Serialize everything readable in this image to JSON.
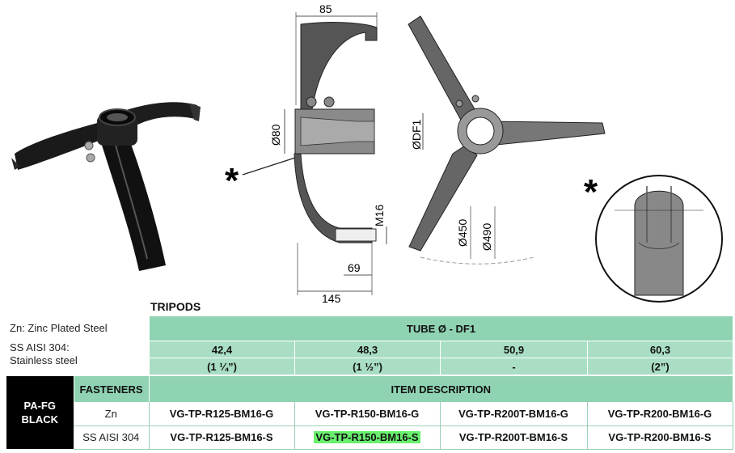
{
  "drawing": {
    "side_view": {
      "dim_top": "85",
      "dim_dia": "Ø80",
      "dim_thread": "M16",
      "dim_inner": "69",
      "dim_bottom": "145",
      "asterisk": "*"
    },
    "top_view": {
      "dim_tube": "ØDF1",
      "dim_d450": "Ø450",
      "dim_d490": "Ø490"
    },
    "detail": {
      "asterisk": "*"
    }
  },
  "table": {
    "title": "TRIPODS",
    "legend": {
      "zn": "Zn: Zinc Plated Steel",
      "ss_line1": "SS AISI 304:",
      "ss_line2": "Stainless steel"
    },
    "header": "TUBE Ø - DF1",
    "columns": [
      {
        "metric": "42,4",
        "imperial": "(1 ¼”)"
      },
      {
        "metric": "48,3",
        "imperial": "(1 ½”)"
      },
      {
        "metric": "50,9",
        "imperial": "-"
      },
      {
        "metric": "60,3",
        "imperial": "(2”)"
      }
    ],
    "material_label_line1": "PA-FG",
    "material_label_line2": "BLACK",
    "fasteners_header": "FASTENERS",
    "item_description_header": "ITEM DESCRIPTION",
    "rows": [
      {
        "fastener": "Zn",
        "codes": [
          "VG-TP-R125-BM16-G",
          "VG-TP-R150-BM16-G",
          "VG-TP-R200T-BM16-G",
          "VG-TP-R200-BM16-G"
        ]
      },
      {
        "fastener": "SS AISI 304",
        "codes": [
          "VG-TP-R125-BM16-S",
          "VG-TP-R150-BM16-S",
          "VG-TP-R200T-BM16-S",
          "VG-TP-R200-BM16-S"
        ]
      }
    ],
    "highlight_color": "#69f06e",
    "header_color": "#8fd3b3"
  }
}
